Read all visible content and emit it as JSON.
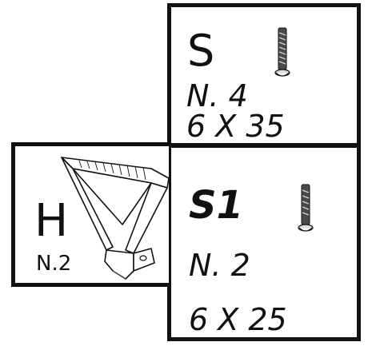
{
  "parts": {
    "s": {
      "letter": "S",
      "quantity": "N. 4",
      "size": "6 X 35",
      "icon": "screw-icon"
    },
    "s1": {
      "label": "S1",
      "quantity": "N.  2",
      "size": "6 X 25",
      "icon": "screw-icon"
    },
    "h": {
      "letter": "H",
      "quantity": "N.2",
      "icon": "bracket-leg-icon"
    }
  },
  "colors": {
    "ink": "#111111",
    "background": "#ffffff"
  }
}
